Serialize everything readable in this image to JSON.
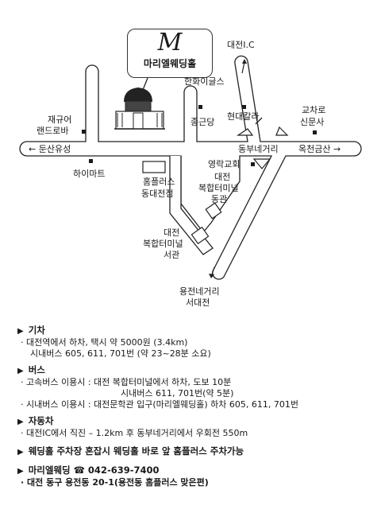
{
  "logo": {
    "monogram": "M",
    "name": "마리엘웨딩홀"
  },
  "map_labels": {
    "daejeon_ic": "대전I.C",
    "hanwha": "한화이글스",
    "jongeundang": "종근당",
    "hyundai_color": "현대칼라",
    "gyocharo": "교차로",
    "sinmunsa": "신문사",
    "jaegyuer": "재규어",
    "landrover": "랜드로바",
    "dunsan": "← 둔산유성",
    "dongbu": "동부네거리",
    "okcheon": "옥천금산 →",
    "himart": "하이마트",
    "homeplus_1": "홈플러스",
    "homeplus_2": "동대전점",
    "yeongrak": "영락교회",
    "terminal_east_1": "대전",
    "terminal_east_2": "복합터미널",
    "terminal_east_3": "동관",
    "terminal_west_1": "대전",
    "terminal_west_2": "복합터미널",
    "terminal_west_3": "서관",
    "yongjeon_1": "용전네거리",
    "yongjeon_2": "서대전"
  },
  "info": {
    "train": {
      "title": "기차",
      "lines": [
        "· 대전역에서 하차, 택시 약 5000원 (3.4km)",
        "시내버스 605, 611, 701번 (약 23~28분 소요)"
      ]
    },
    "bus": {
      "title": "버스",
      "lines": [
        "· 고속버스 이용시 : 대전 복합터미널에서 하차, 도보 10분",
        "시내버스 611, 701번(약 5분)",
        "· 시내버스 이용시 : 대전문학관 입구(마리엘웨딩홀) 하차 605, 611, 701번"
      ]
    },
    "car": {
      "title": "자동차",
      "lines": [
        "· 대전IC에서 직진 – 1.2km 후 동부네거리에서 우회전 550m"
      ]
    },
    "parking": {
      "title": "웨딩홀 주차장 혼잡시 웨딩홀 바로 앞 홈플러스 주차가능"
    },
    "contact": {
      "title": "마리엘웨딩 ☎ 042-639-7400",
      "lines": [
        "· 대전 동구 용전동 20-1(용전동 홈플러스 맞은편)"
      ]
    }
  }
}
